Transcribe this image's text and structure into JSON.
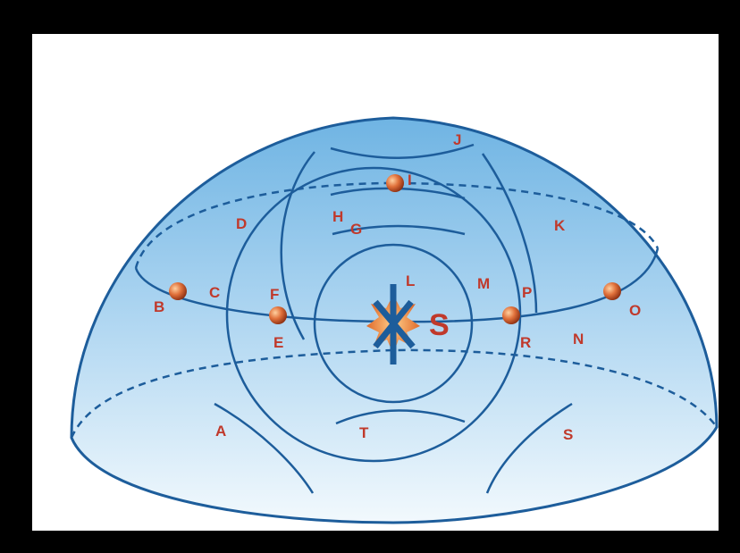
{
  "diagram": {
    "center_label": "S",
    "labels": {
      "A": "A",
      "B": "B",
      "C": "C",
      "D": "D",
      "E": "E",
      "F": "F",
      "G": "G",
      "H": "H",
      "I": "I",
      "J": "J",
      "K": "K",
      "L": "L",
      "M": "M",
      "N": "N",
      "O": "O",
      "P": "P",
      "R": "R",
      "S2": "S",
      "T": "T"
    },
    "colors": {
      "dome_top": "#6fb4e3",
      "dome_bottom": "#f2f9fd",
      "line": "#1d5d9b",
      "label": "#c0392b",
      "sphere": "#e0703a",
      "frame": "#000000"
    }
  }
}
